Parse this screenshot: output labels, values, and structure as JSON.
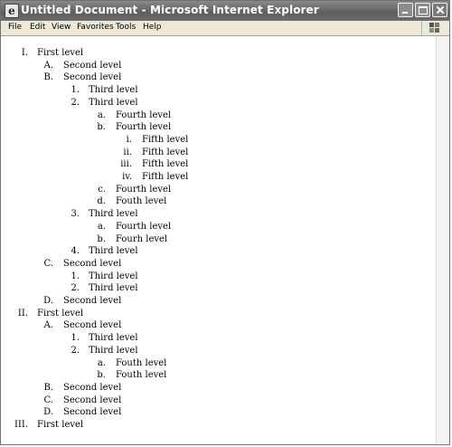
{
  "window": {
    "title": "Untitled Document - Microsoft Internet Explorer"
  },
  "menu": {
    "items": [
      "File",
      "Edit",
      "View",
      "Favorites",
      "Tools",
      "Help"
    ]
  },
  "outline": [
    {
      "level": 1,
      "marker": "I.",
      "text": "First level"
    },
    {
      "level": 2,
      "marker": "A.",
      "text": "Second level"
    },
    {
      "level": 2,
      "marker": "B.",
      "text": "Second level"
    },
    {
      "level": 3,
      "marker": "1.",
      "text": "Third level"
    },
    {
      "level": 3,
      "marker": "2.",
      "text": "Third level"
    },
    {
      "level": 4,
      "marker": "a.",
      "text": "Fourth level"
    },
    {
      "level": 4,
      "marker": "b.",
      "text": "Fourth level"
    },
    {
      "level": 5,
      "marker": "i.",
      "text": "Fifth level"
    },
    {
      "level": 5,
      "marker": "ii.",
      "text": "Fifth level"
    },
    {
      "level": 5,
      "marker": "iii.",
      "text": "Fifth level"
    },
    {
      "level": 5,
      "marker": "iv.",
      "text": "Fifth level"
    },
    {
      "level": 4,
      "marker": "c.",
      "text": "Fourth level"
    },
    {
      "level": 4,
      "marker": "d.",
      "text": "Fouth level"
    },
    {
      "level": 3,
      "marker": "3.",
      "text": "Third level"
    },
    {
      "level": 4,
      "marker": "a.",
      "text": "Fourth level"
    },
    {
      "level": 4,
      "marker": "b.",
      "text": "Fourh level"
    },
    {
      "level": 3,
      "marker": "4.",
      "text": "Third level"
    },
    {
      "level": 2,
      "marker": "C.",
      "text": "Second level"
    },
    {
      "level": 3,
      "marker": "1.",
      "text": "Third level"
    },
    {
      "level": 3,
      "marker": "2.",
      "text": "Third level"
    },
    {
      "level": 2,
      "marker": "D.",
      "text": "Second level"
    },
    {
      "level": 1,
      "marker": "II.",
      "text": "First level"
    },
    {
      "level": 2,
      "marker": "A.",
      "text": "Second level"
    },
    {
      "level": 3,
      "marker": "1.",
      "text": "Third level"
    },
    {
      "level": 3,
      "marker": "2.",
      "text": "Third level"
    },
    {
      "level": 4,
      "marker": "a.",
      "text": "Fouth level"
    },
    {
      "level": 4,
      "marker": "b.",
      "text": "Fouth level"
    },
    {
      "level": 2,
      "marker": "B.",
      "text": "Second level"
    },
    {
      "level": 2,
      "marker": "C.",
      "text": "Second level"
    },
    {
      "level": 2,
      "marker": "D.",
      "text": "Second level"
    },
    {
      "level": 1,
      "marker": "III.",
      "text": "First level"
    }
  ]
}
